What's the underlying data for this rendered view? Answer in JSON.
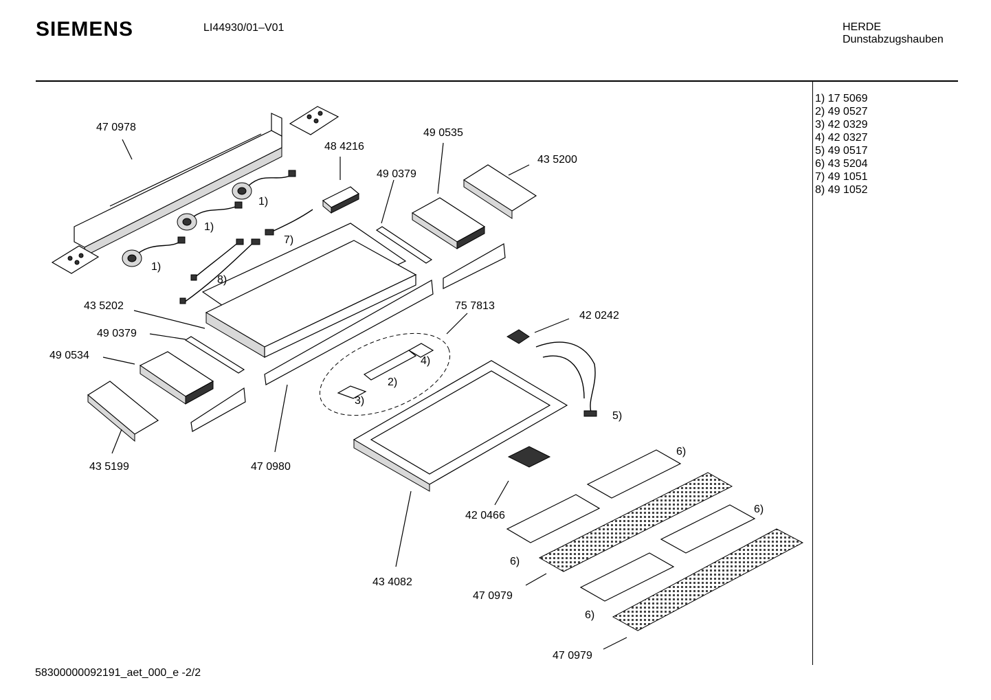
{
  "header": {
    "brand": "SIEMENS",
    "model": "LI44930/01",
    "model_suffix": "V01",
    "category_line1": "HERDE",
    "category_line2": "Dunstabzugshauben"
  },
  "parts_list": [
    "1)  17 5069",
    "2)  49 0527",
    "3)  42 0329",
    "4)  42 0327",
    "5)  49 0517",
    "6)  43 5204",
    "7)  49 1051",
    "8)  49 1052"
  ],
  "callouts": {
    "c470978": "47 0978",
    "c484216": "48 4216",
    "c490535": "49 0535",
    "c490379a": "49 0379",
    "c435200": "43 5200",
    "c435202": "43 5202",
    "c490379b": "49 0379",
    "c490534": "49 0534",
    "c757813": "75 7813",
    "c420242": "42 0242",
    "c435199": "43 5199",
    "c470980": "47 0980",
    "c420466": "42 0466",
    "c434082": "43 4082",
    "c470979a": "47 0979",
    "c470979b": "47 0979",
    "r1a": "1)",
    "r1b": "1)",
    "r1c": "1)",
    "r7": "7)",
    "r8": "8)",
    "r2": "2)",
    "r3": "3)",
    "r4": "4)",
    "r5": "5)",
    "r6a": "6)",
    "r6b": "6)",
    "r6c": "6)",
    "r6d": "6)"
  },
  "footer": "58300000092191_aet_000_e  -2/2"
}
